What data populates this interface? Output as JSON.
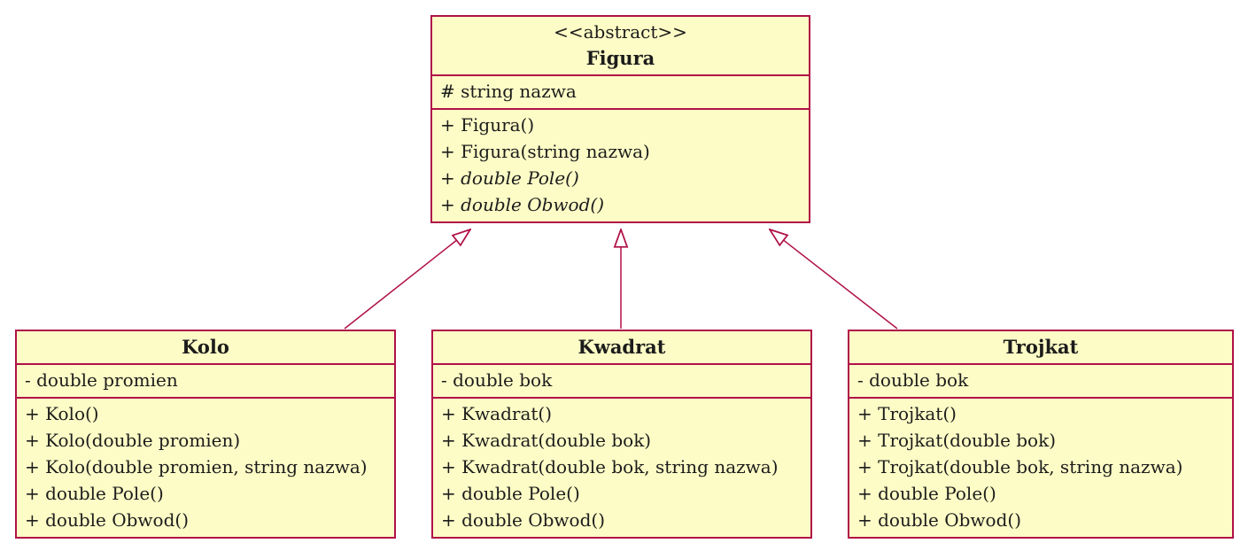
{
  "diagram": {
    "type": "uml-class-diagram",
    "colors": {
      "box_fill": "#fdfcc6",
      "box_border": "#b01148",
      "edge_line": "#b01148",
      "background": "#ffffff",
      "text": "#1c1c1c"
    },
    "classes": [
      {
        "name": "Figura",
        "stereotype": "<<abstract>>",
        "attributes": [
          "# string nazwa"
        ],
        "methods": [
          "+ Figura()",
          "+ Figura(string nazwa)",
          "+ double Pole()",
          "+ double Obwod()"
        ]
      },
      {
        "name": "Kolo",
        "attributes": [
          "- double promien"
        ],
        "methods": [
          "+ Kolo()",
          "+ Kolo(double promien)",
          "+ Kolo(double promien, string nazwa)",
          "+ double Pole()",
          "+ double Obwod()"
        ]
      },
      {
        "name": "Kwadrat",
        "attributes": [
          "- double bok"
        ],
        "methods": [
          "+ Kwadrat()",
          "+ Kwadrat(double bok)",
          "+ Kwadrat(double bok, string nazwa)",
          "+ double Pole()",
          "+ double Obwod()"
        ]
      },
      {
        "name": "Trojkat",
        "attributes": [
          "- double bok"
        ],
        "methods": [
          "+ Trojkat()",
          "+ Trojkat(double bok)",
          "+ Trojkat(double bok, string nazwa)",
          "+ double Pole()",
          "+ double Obwod()"
        ]
      }
    ],
    "relations": [
      {
        "type": "inheritance",
        "from": "Kolo",
        "to": "Figura"
      },
      {
        "type": "inheritance",
        "from": "Kwadrat",
        "to": "Figura"
      },
      {
        "type": "inheritance",
        "from": "Trojkat",
        "to": "Figura"
      }
    ]
  }
}
